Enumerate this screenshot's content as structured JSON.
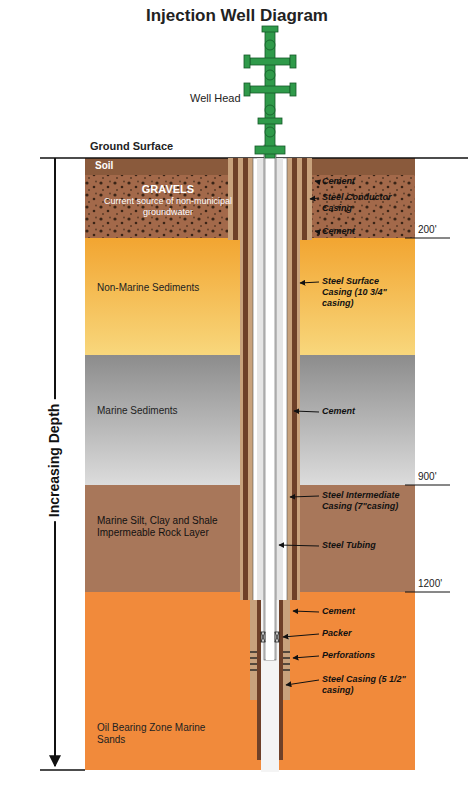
{
  "diagram": {
    "title": "Injection Well Diagram",
    "nodes": [
      {
        "text": [
          "Soil"
        ]
      },
      {
        "text": [
          "GRAVELS",
          "Current source of non-municipal groundwater"
        ]
      },
      {
        "text": [
          "Non-Marine Sediments"
        ]
      },
      {
        "text": [
          "Marine Sediments"
        ]
      },
      {
        "text": [
          "Marine Silt, Clay and Shale Impermeable Rock Layer"
        ]
      },
      {
        "text": [
          "Oil Bearing Zone Marine Sands"
        ]
      }
    ],
    "labels": [
      "Well Head",
      "Ground Surface",
      "Increasing Depth",
      "200'",
      "900'",
      "1200'",
      "Cement",
      "Steel Conductor Casing",
      "Cement",
      "Steel Surface Casing (10 3/4\" casing)",
      "Cement",
      "Steel Intermediate Casing (7\"casing)",
      "Steel Tubing",
      "Cement",
      "Packer",
      "Perforations",
      "Steel Casing (5 1/2\" casing)"
    ]
  }
}
